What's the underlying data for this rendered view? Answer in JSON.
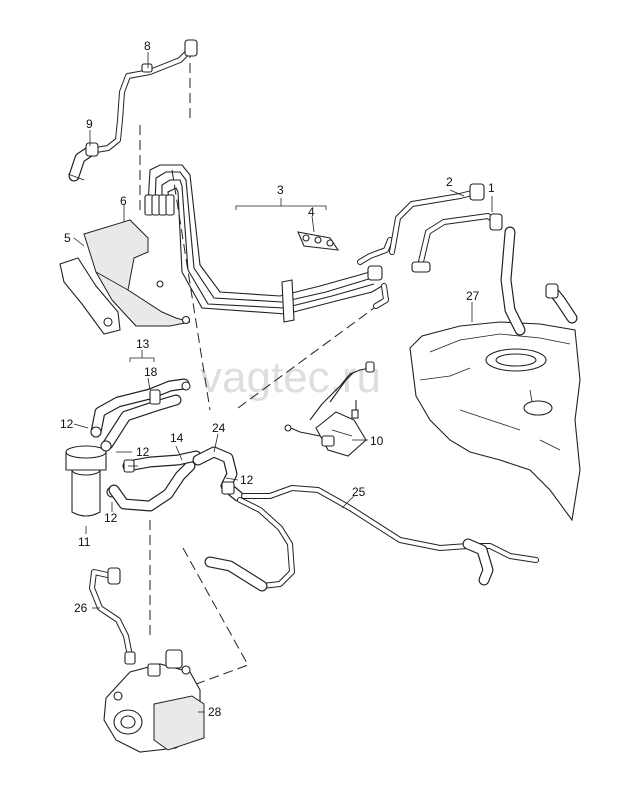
{
  "watermark": "vagtec.ru",
  "callouts": [
    {
      "id": "1",
      "text": "1"
    },
    {
      "id": "2",
      "text": "2"
    },
    {
      "id": "3",
      "text": "3"
    },
    {
      "id": "4",
      "text": "4"
    },
    {
      "id": "5",
      "text": "5"
    },
    {
      "id": "6",
      "text": "6"
    },
    {
      "id": "8",
      "text": "8"
    },
    {
      "id": "9",
      "text": "9"
    },
    {
      "id": "10",
      "text": "10"
    },
    {
      "id": "11",
      "text": "11"
    },
    {
      "id": "12a",
      "text": "12"
    },
    {
      "id": "12b",
      "text": "12"
    },
    {
      "id": "12c",
      "text": "12"
    },
    {
      "id": "12d",
      "text": "12"
    },
    {
      "id": "13",
      "text": "13"
    },
    {
      "id": "14",
      "text": "14"
    },
    {
      "id": "18",
      "text": "18"
    },
    {
      "id": "24",
      "text": "24"
    },
    {
      "id": "25",
      "text": "25"
    },
    {
      "id": "26",
      "text": "26"
    },
    {
      "id": "27",
      "text": "27"
    },
    {
      "id": "28",
      "text": "28"
    }
  ]
}
